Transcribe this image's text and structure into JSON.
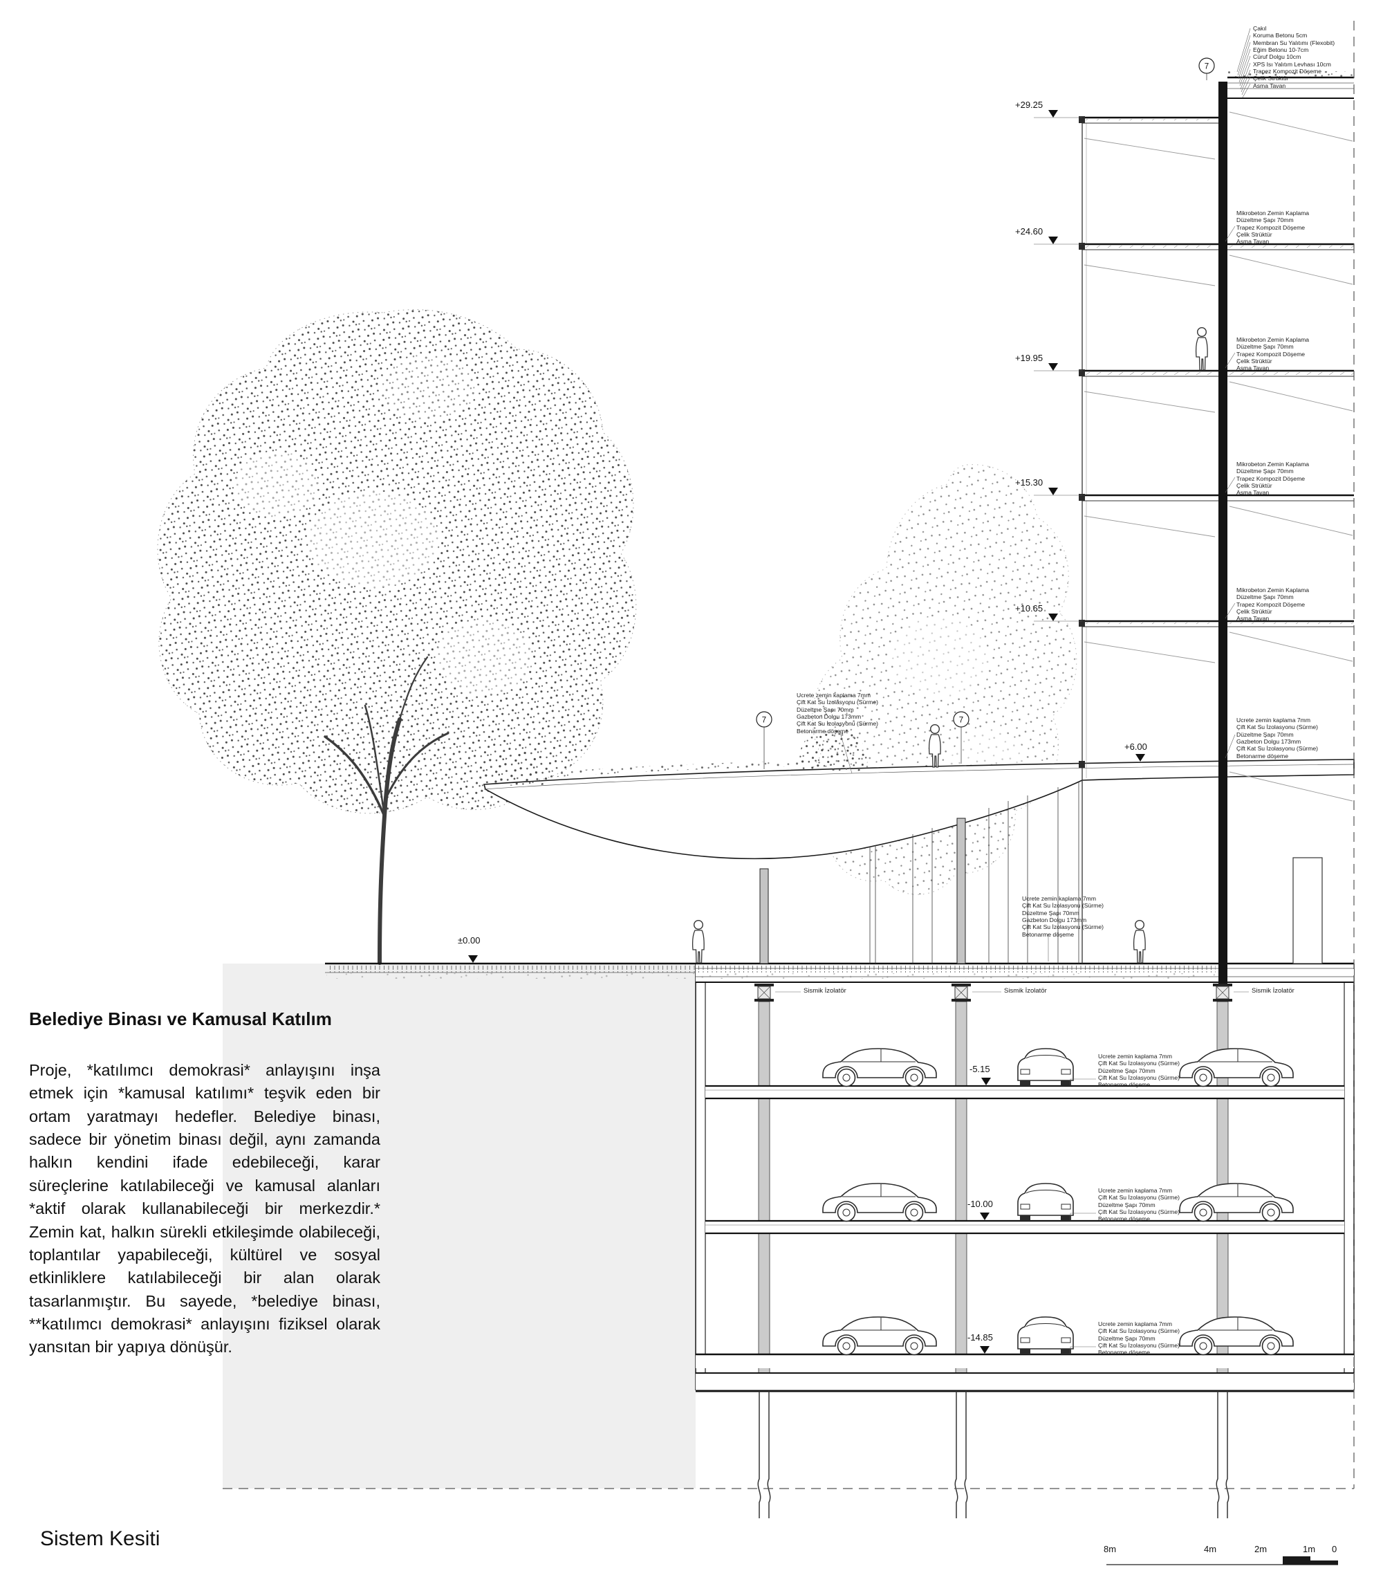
{
  "sheet": {
    "description_heading": "Belediye Binası ve Kamusal Katılım",
    "description_body": "Proje, *katılımcı demokrasi* anlayışını inşa etmek için *kamusal katılımı* teşvik eden bir ortam yaratmayı hedefler. Belediye binası, sadece bir yönetim binası değil, aynı zamanda halkın kendini ifade edebileceği, karar süreçlerine katılabileceği ve kamusal alanları *aktif olarak kullanabileceği bir merkezdir.* Zemin kat, halkın sürekli etkileşimde olabileceği, toplantılar yapabileceği, kültürel ve sosyal etkinliklere katılabileceği bir alan olarak tasarlanmıştır. Bu sayede, *belediye binası, **katılımcı demokrasi* anlayışını fiziksel olarak yansıtan bir yapıya dönüşür.",
    "drawing_title": "Sistem Kesiti"
  },
  "grid_bubble": "7",
  "levels": [
    "+29.25",
    "+24.60",
    "+19.95",
    "+15.30",
    "+10.65",
    "+6.00",
    "±0.00",
    "-5.15",
    "-10.00",
    "-14.85"
  ],
  "callouts": {
    "roof_lines": [
      "Çakıl",
      "Koruma Betonu 5cm",
      "Membran Su Yalıtımı (Flexobit)",
      "Eğim Betonu 10-7cm",
      "Cüruf Dolgu 10cm",
      "XPS Isı Yalıtım Levhası 10cm",
      "Trapez Kompozit Döşeme",
      "Çelik Strüktür",
      "Asma Tavan"
    ],
    "floor_lines": [
      "Mikrobeton Zemin Kaplama",
      "Düzeltme Şapı 70mm",
      "Trapez Kompozit Döşeme",
      "Çelik Strüktür",
      "Asma Tavan"
    ],
    "terrace_lines": [
      "Ucrete zemin kaplama 7mm",
      "Çift Kat Su İzolasyonu (Sürme)",
      "Düzeltme Şapı 70mm",
      "Gazbeton Dolgu 173mm",
      "Çift Kat Su İzolasyonu (Sürme)",
      "Betonarme döşeme"
    ],
    "parking_lines": [
      "Ucrete zemin kaplama 7mm",
      "Çift Kat Su İzolasyonu (Sürme)",
      "Düzeltme Şapı 70mm",
      "Çift Kat Su İzolasyonu (Sürme)",
      "Betonarme döşeme"
    ],
    "seismic": "Sismik İzolatör"
  },
  "scalebar": [
    "8m",
    "4m",
    "2m",
    "1m",
    "0"
  ]
}
